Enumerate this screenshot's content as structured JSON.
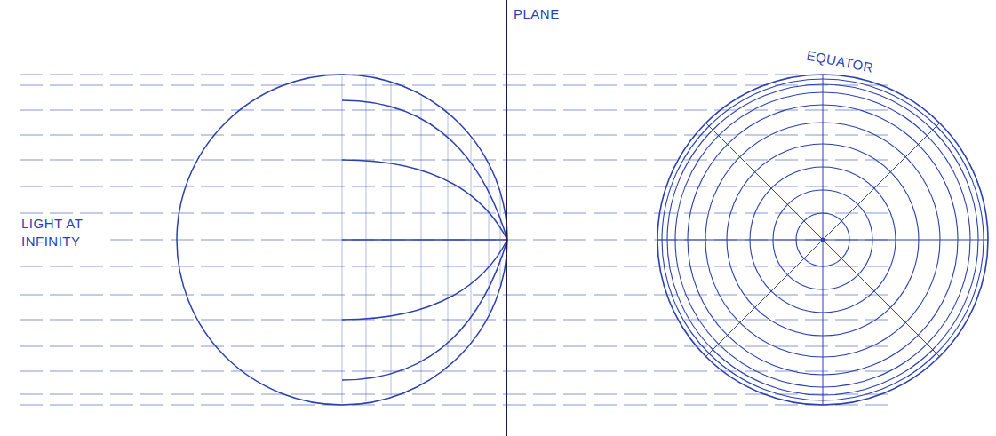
{
  "diagram": {
    "labels": [
      "PLANE",
      "EQUATOR",
      "LIGHT AT INFINITY"
    ]
  }
}
